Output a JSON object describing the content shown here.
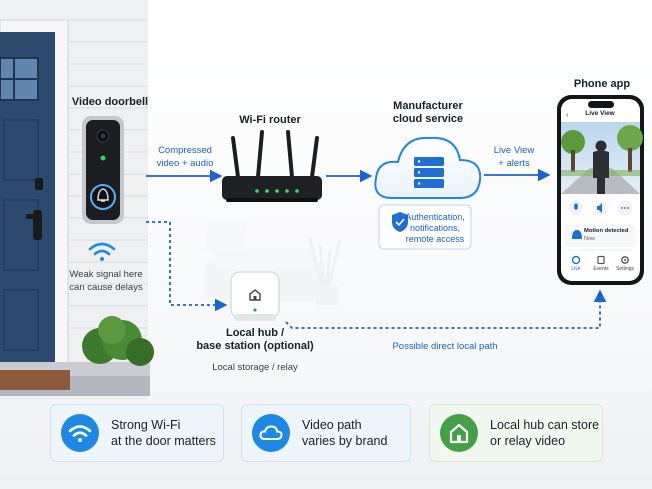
{
  "nodes": {
    "doorbell": "Video doorbell",
    "router": "Wi-Fi router",
    "cloud_line1": "Manufacturer",
    "cloud_line2": "cloud service",
    "phone": "Phone app",
    "hub_line1": "Local hub /",
    "hub_line2": "base station (optional)",
    "hub_sub": "Local storage / relay"
  },
  "edges": {
    "compressed_line1": "Compressed",
    "compressed_line2": "video + audio",
    "liveview_line1": "Live View",
    "liveview_line2": "+ alerts",
    "direct_path": "Possible direct local path"
  },
  "notes": {
    "weak_line1": "Weak signal here",
    "weak_line2": "can cause delays",
    "auth_line1": "Authentication,",
    "auth_line2": "notifications,",
    "auth_line3": "remote access"
  },
  "phone_ui": {
    "screen_title": "Live View",
    "notice_title": "Motion detected",
    "notice_time": "Now",
    "tabs": [
      "Live",
      "Events",
      "Settings"
    ]
  },
  "cards": [
    {
      "line1": "Strong Wi-Fi",
      "line2": "at the door matters",
      "icon": "wifi-icon",
      "accent": "#1e88e5"
    },
    {
      "line1": "Video path",
      "line2": "varies by brand",
      "icon": "cloud-icon",
      "accent": "#1e88e5"
    },
    {
      "line1": "Local hub can store",
      "line2": "or relay video",
      "icon": "home-icon",
      "accent": "#43a047"
    }
  ],
  "colors": {
    "flow": "#1a63d6",
    "cloud": "#1e88e5",
    "hub_led": "#43a047",
    "door": "#2c4a6e"
  }
}
